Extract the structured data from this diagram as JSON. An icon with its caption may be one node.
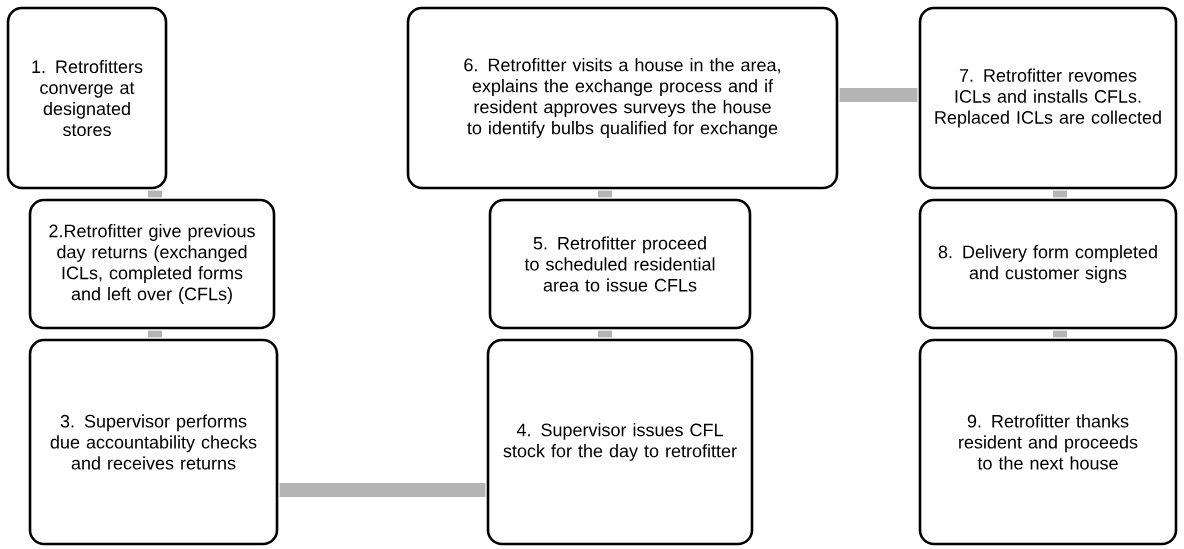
{
  "diagram": {
    "nodes": [
      {
        "text": [
          "1. Retrofitters converge at designated stores"
        ]
      },
      {
        "text": [
          "2.Retrofitter give previous day returns (exchanged ICLs, completed forms and left over (CFLs)"
        ]
      },
      {
        "text": [
          "3. Supervisor performs due accountability checks and receives returns"
        ]
      },
      {
        "text": [
          "4. Supervisor issues CFL stock for the day to retrofitter"
        ]
      },
      {
        "text": [
          "5. Retrofitter proceed to scheduled residential area to issue CFLs"
        ]
      },
      {
        "text": [
          "6. Retrofitter visits a house in the area, explains the exchange process and if resident approves surveys the house to identify bulbs qualified for exchange"
        ]
      },
      {
        "text": [
          "7. Retrofitter revomes ICLs and installs CFLs. Replaced ICLs are collected"
        ]
      },
      {
        "text": [
          "8. Delivery form completed and customer signs"
        ]
      },
      {
        "text": [
          "9. Retrofitter thanks resident and proceeds to the next house"
        ]
      }
    ],
    "edges": [
      {
        "from": 0,
        "to": 1,
        "arrow": "none"
      },
      {
        "from": 1,
        "to": 2,
        "arrow": "none"
      },
      {
        "from": 2,
        "to": 3,
        "arrow": "none"
      },
      {
        "from": 3,
        "to": 4,
        "arrow": "none"
      },
      {
        "from": 4,
        "to": 5,
        "arrow": "none"
      },
      {
        "from": 5,
        "to": 6,
        "arrow": "none"
      },
      {
        "from": 6,
        "to": 7,
        "arrow": "none"
      },
      {
        "from": 7,
        "to": 8,
        "arrow": "none"
      }
    ]
  }
}
